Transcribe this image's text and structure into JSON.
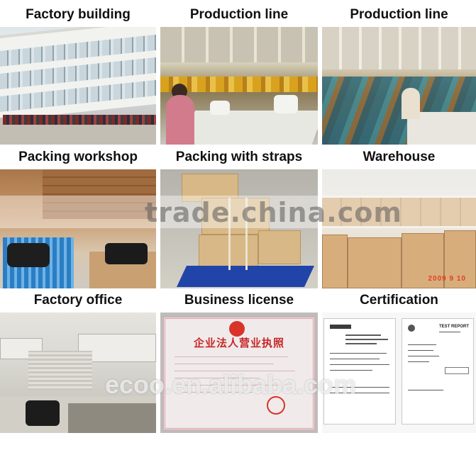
{
  "cells": [
    {
      "caption": "Factory building"
    },
    {
      "caption": "Production line"
    },
    {
      "caption": "Production line"
    },
    {
      "caption": "Packing workshop"
    },
    {
      "caption": "Packing with straps"
    },
    {
      "caption": "Warehouse"
    },
    {
      "caption": "Factory office"
    },
    {
      "caption": "Business license"
    },
    {
      "caption": "Certification"
    }
  ],
  "license_title": "企业法人营业执照",
  "warehouse_date": "2009 9 10",
  "cert_header": "TEST REPORT",
  "watermarks": {
    "center": "trade.china.com",
    "bottom": "ecoo.en.alibaba.com"
  },
  "colors": {
    "caption": "#111111",
    "license_red": "#c8262a",
    "crate_blue": "#2a7ec4",
    "pallet_blue": "#2044a8"
  }
}
